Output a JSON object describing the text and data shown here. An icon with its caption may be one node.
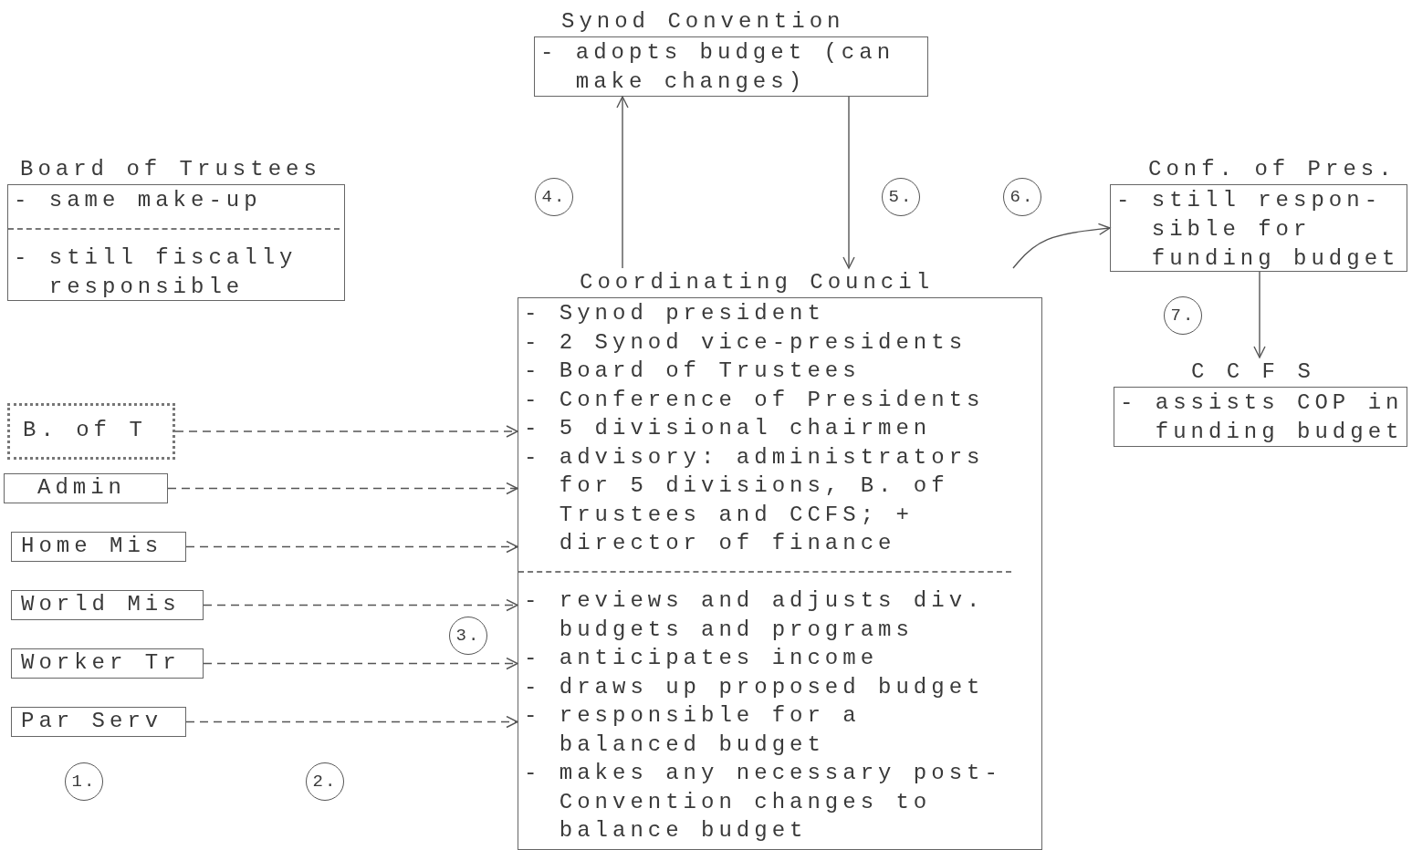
{
  "diagram": {
    "nodes": [
      {
        "text": [
          "Synod Convention",
          "- adopts budget (can make changes)"
        ]
      },
      {
        "text": [
          "Board of Trustees",
          "- same make-up",
          "- still fiscally responsible"
        ]
      },
      {
        "text": [
          "Coordinating Council",
          "- Synod president",
          "- 2 Synod vice-presidents",
          "- Board of Trustees",
          "- Conference of Presidents",
          "- 5 divisional chairmen",
          "- advisory: administrators for 5 divisions, B. of Trustees and CCFS; + director of finance",
          "- reviews and adjusts div. budgets and programs",
          "- anticipates income",
          "- draws up proposed budget",
          "- responsible for a balanced budget",
          "- makes any necessary post-Convention changes to balance budget"
        ]
      },
      {
        "text": [
          "Conf. of Pres.",
          "- still respon- sible for funding budget"
        ]
      },
      {
        "text": [
          "C C F S",
          "- assists COP in funding budget"
        ]
      },
      {
        "text": [
          "B. of T"
        ]
      },
      {
        "text": [
          "Admin"
        ]
      },
      {
        "text": [
          "Home Mis"
        ]
      },
      {
        "text": [
          "World Mis"
        ]
      },
      {
        "text": [
          "Worker Tr"
        ]
      },
      {
        "text": [
          "Par Serv"
        ]
      },
      {
        "text": [
          "1."
        ]
      },
      {
        "text": [
          "2."
        ]
      },
      {
        "text": [
          "3."
        ]
      },
      {
        "text": [
          "4."
        ]
      },
      {
        "text": [
          "5."
        ]
      },
      {
        "text": [
          "6."
        ]
      },
      {
        "text": [
          "7."
        ]
      }
    ],
    "edges": [
      {
        "from": 5,
        "to": 2,
        "arrow": "to",
        "style": "dashed"
      },
      {
        "from": 6,
        "to": 2,
        "arrow": "to",
        "style": "dashed"
      },
      {
        "from": 7,
        "to": 2,
        "arrow": "to",
        "style": "dashed"
      },
      {
        "from": 8,
        "to": 2,
        "arrow": "to",
        "style": "dashed"
      },
      {
        "from": 9,
        "to": 2,
        "arrow": "to",
        "style": "dashed"
      },
      {
        "from": 10,
        "to": 2,
        "arrow": "to",
        "style": "dashed"
      },
      {
        "from": 2,
        "to": 0,
        "arrow": "to"
      },
      {
        "from": 0,
        "to": 2,
        "arrow": "to"
      },
      {
        "from": 2,
        "to": 3,
        "arrow": "to"
      },
      {
        "from": 3,
        "to": 4,
        "arrow": "to"
      }
    ]
  }
}
